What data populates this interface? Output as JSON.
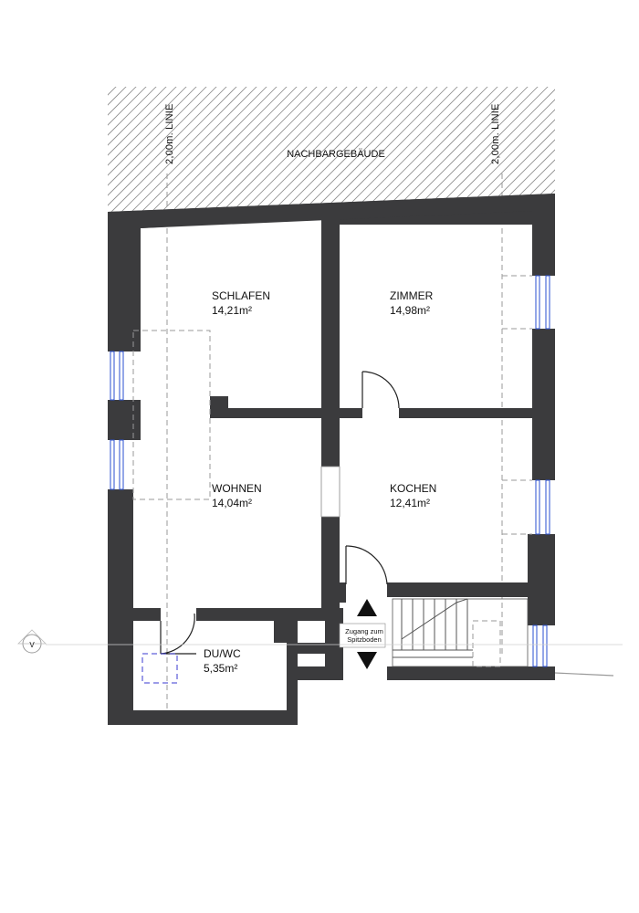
{
  "neighbor_label": "NACHBARGEBÄUDE",
  "height_line_left": "2,00m. LINIE",
  "height_line_right": "2,00m. LINIE",
  "access_label_line1": "Zugang zum",
  "access_label_line2": "Spitzboden",
  "section_marker": "V",
  "rooms": [
    {
      "name": "SCHLAFEN",
      "area": "14,21m²"
    },
    {
      "name": "ZIMMER",
      "area": "14,98m²"
    },
    {
      "name": "WOHNEN",
      "area": "14,04m²"
    },
    {
      "name": "KOCHEN",
      "area": "12,41m²"
    },
    {
      "name": "DU/WC",
      "area": "5,35m²"
    }
  ],
  "colors": {
    "wall": "#3b3b3d",
    "window": "#2a4fd0",
    "hatch": "#8a8a8a"
  }
}
